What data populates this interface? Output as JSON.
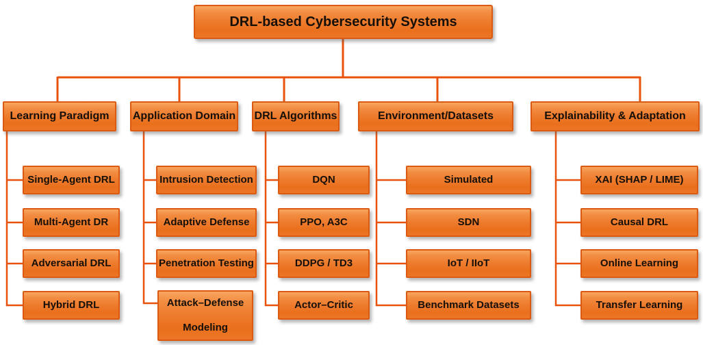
{
  "diagram": {
    "kind": "taxonomy-tree",
    "accent_color": "#ED7D31",
    "border_color": "#DC5911",
    "line_color": "#E8520D",
    "text_color": "#150F06",
    "background": "#FFFFFF"
  },
  "tree": {
    "root": {
      "label": "DRL-based Cybersecurity Systems"
    },
    "branches": [
      {
        "label": "Learning Paradigm",
        "children": [
          "Single-Agent DRL",
          "Multi-Agent DR",
          "Adversarial DRL",
          "Hybrid DRL"
        ]
      },
      {
        "label": "Application Domain",
        "children": [
          "Intrusion Detection",
          "Adaptive Defense",
          "Penetration Testing",
          "Attack–Defense Modeling"
        ]
      },
      {
        "label": "DRL Algorithms",
        "children": [
          "DQN",
          "PPO, A3C",
          "DDPG / TD3",
          "Actor–Critic"
        ]
      },
      {
        "label": "Environment/Datasets",
        "children": [
          "Simulated",
          "SDN",
          "IoT / IIoT",
          "Benchmark Datasets"
        ]
      },
      {
        "label": "Explainability & Adaptation",
        "children": [
          "XAI (SHAP / LIME)",
          "Causal DRL",
          "Online Learning",
          "Transfer Learning"
        ]
      }
    ]
  }
}
